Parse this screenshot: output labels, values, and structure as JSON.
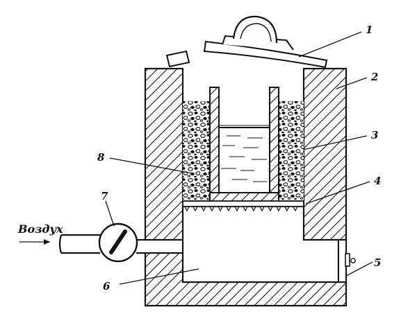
{
  "diagram": {
    "labels": {
      "l1": "1",
      "l2": "2",
      "l3": "3",
      "l4": "4",
      "l5": "5",
      "l6": "6",
      "l7": "7",
      "l8": "8",
      "air": "Воздух"
    }
  }
}
